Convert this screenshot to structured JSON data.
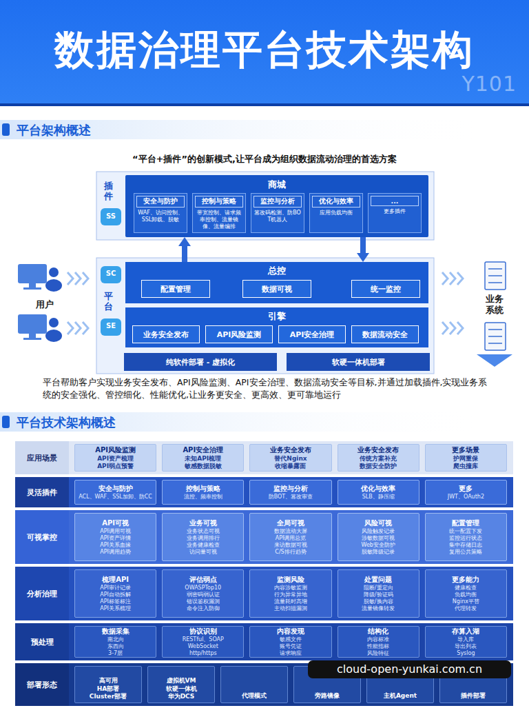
{
  "diagram": {
    "title": "数据治理平台技术架构",
    "nodes": [
      {
        "text": [
          "商城"
        ]
      },
      {
        "text": [
          "安全与防护",
          "WAF、访问控制、SSL卸载、脱敏"
        ],
        "in": 0
      },
      {
        "text": [
          "控制与策略",
          "带宽控制、请求频率控制、流量镜像、流量编排"
        ],
        "in": 0
      },
      {
        "text": [
          "监控与分析",
          "篡改码检测、防BOT机器人"
        ],
        "in": 0
      },
      {
        "text": [
          "优化与效率",
          "应用负载均衡"
        ],
        "in": 0
      },
      {
        "text": [
          "...",
          "更多插件"
        ],
        "in": 0
      },
      {
        "text": [
          "总控"
        ]
      },
      {
        "text": [
          "配置管理"
        ],
        "in": 6
      },
      {
        "text": [
          "数据可视"
        ],
        "in": 6
      },
      {
        "text": [
          "统一监控"
        ],
        "in": 6
      },
      {
        "text": [
          "引擎"
        ]
      },
      {
        "text": [
          "业务安全发布"
        ],
        "in": 10
      },
      {
        "text": [
          "API风险监测"
        ],
        "in": 10
      },
      {
        "text": [
          "API安全治理"
        ],
        "in": 10
      },
      {
        "text": [
          "数据流动安全"
        ],
        "in": 10
      },
      {
        "text": [
          "纯软件部署 - 虚拟化"
        ]
      },
      {
        "text": [
          "软硬一体机部署"
        ]
      },
      {
        "text": [
          "应用场景"
        ]
      },
      {
        "text": [
          "API风险监测",
          "API资产梳理",
          "API弱点预警"
        ],
        "in": 17
      },
      {
        "text": [
          "API安全治理",
          "未知API梳理",
          "敏感数据脱敏"
        ],
        "in": 17
      },
      {
        "text": [
          "业务安全发布",
          "替代Nginx",
          "收缩暴露面"
        ],
        "in": 17
      },
      {
        "text": [
          "业务安全发布",
          "传统方案补充",
          "数据安全防护"
        ],
        "in": 17
      },
      {
        "text": [
          "更多场景",
          "护网重保",
          "爬虫撞库"
        ],
        "in": 17
      },
      {
        "text": [
          "灵活插件"
        ]
      },
      {
        "text": [
          "安全与防护",
          "ACL、WAF、SSL加卸、防CC"
        ],
        "in": 23
      },
      {
        "text": [
          "控制与策略",
          "流控、频率控制"
        ],
        "in": 23
      },
      {
        "text": [
          "监控与分析",
          "防BOT、篡改审查"
        ],
        "in": 23
      },
      {
        "text": [
          "优化与效率",
          "SLB、静压缩"
        ],
        "in": 23
      },
      {
        "text": [
          "更多",
          "JWT、OAuth2"
        ],
        "in": 23
      },
      {
        "text": [
          "可视掌控"
        ]
      },
      {
        "text": [
          "API可视",
          "API调用可视",
          "API资产详情",
          "API关系血缘",
          "API调用趋势"
        ],
        "in": 29
      },
      {
        "text": [
          "业务可视",
          "业务状态可视",
          "业务调用排行",
          "业务健康检查",
          "访问量可视"
        ],
        "in": 29
      },
      {
        "text": [
          "全局可视",
          "数据流动大屏",
          "API调用总览",
          "来访数据可视",
          "C/S排行趋势"
        ],
        "in": 29
      },
      {
        "text": [
          "风险可视",
          "风险触发记录",
          "涉敏数据可视",
          "Web安全防护",
          "脱敏降级记录"
        ],
        "in": 29
      },
      {
        "text": [
          "配置管理",
          "统一配置下发",
          "监控运行状态",
          "集中存储日志",
          "复用公共策略"
        ],
        "in": 29
      },
      {
        "text": [
          "分析治理"
        ]
      },
      {
        "text": [
          "梳理API",
          "API审计记录",
          "API自动拆解",
          "API标签标注",
          "API关系梳理"
        ],
        "in": 35
      },
      {
        "text": [
          "评估弱点",
          "OWASPTop10",
          "弱密码弱认证",
          "错误鉴权漏洞",
          "命令注入防御"
        ],
        "in": 35
      },
      {
        "text": [
          "监测风险",
          "内容涉敏监测",
          "行为异常异地",
          "流量耗时高增",
          "主动扫描漏洞"
        ],
        "in": 35
      },
      {
        "text": [
          "处置问题",
          "阻断/重定向",
          "降级/验证码",
          "脱敏/换内容",
          "流量镜像转发"
        ],
        "in": 35
      },
      {
        "text": [
          "更多能力",
          "健康检查",
          "负载均衡",
          "Nginx平替",
          "代理转发"
        ],
        "in": 35
      },
      {
        "text": [
          "预处理"
        ]
      },
      {
        "text": [
          "数据采集",
          "南北向",
          "东西向",
          "3-7层"
        ],
        "in": 41
      },
      {
        "text": [
          "协议识别",
          "RESTful、SOAP",
          "WebSocket",
          "http/https"
        ],
        "in": 41
      },
      {
        "text": [
          "内容发现",
          "敏感文件",
          "账号凭证",
          "请求响应"
        ],
        "in": 41
      },
      {
        "text": [
          "结构化",
          "内容标准",
          "性能指标",
          "风险特征"
        ],
        "in": 41
      },
      {
        "text": [
          "存算入湖",
          "导入库",
          "导出列表",
          "Syslog"
        ],
        "in": 41
      },
      {
        "text": [
          "部署形态"
        ]
      },
      {
        "text": [
          "高可用",
          "HA部署",
          "Cluster部署"
        ],
        "in": 47
      },
      {
        "text": [
          "虚拟机VM",
          "软硬一体机",
          "华为DCS"
        ],
        "in": 47
      },
      {
        "text": [
          "代理模式"
        ],
        "in": 47
      },
      {
        "text": [
          "旁路镜像"
        ],
        "in": 47
      },
      {
        "text": [
          "主机Agent"
        ],
        "in": 47
      },
      {
        "text": [
          "插件部署"
        ],
        "in": 47
      }
    ],
    "edges": [
      {
        "from": 6,
        "to": 0,
        "arrow": "to"
      },
      {
        "from": 0,
        "to": 6,
        "arrow": "to"
      }
    ],
    "labels": [
      "Y101",
      "平台架构概述",
      "“平台+插件”的创新模式,让平台成为组织数据流动治理的首选方案",
      "插件",
      "SS",
      "平台",
      "SC",
      "SE",
      "用户",
      "业务系统",
      "平台帮助客户实现业务安全发布、API风险监测、API安全治理、数据流动安全等目标,并通过加载插件,实现业务系统的安全强化、管控细化、性能优化,让业务更安全、更高效、更可靠地运行",
      "平台技术架构概述",
      "cloud-open-yunkai.com.cn"
    ]
  }
}
